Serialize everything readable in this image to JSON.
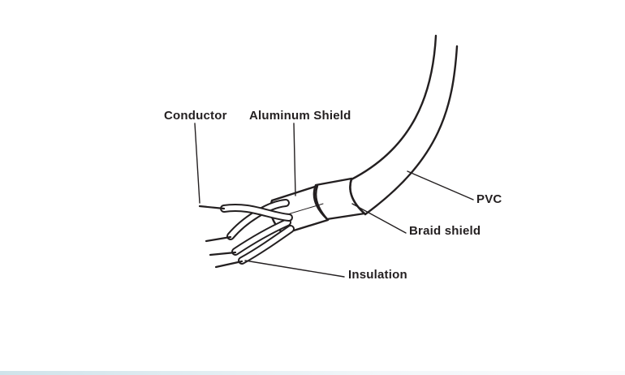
{
  "page": {
    "description": "Line-art construction diagram of a shielded cable with stripped end showing internal layers"
  },
  "diagram": {
    "type": "cable-construction-diagram",
    "labels": {
      "conductor": "Conductor",
      "aluminum_shield": "Aluminum Shield",
      "pvc": "PVC",
      "braid_shield": "Braid shield",
      "insulation": "Insulation"
    },
    "colors": {
      "line": "#231f20",
      "background": "#ffffff",
      "bottom_strip": "#cfe3ea"
    }
  }
}
